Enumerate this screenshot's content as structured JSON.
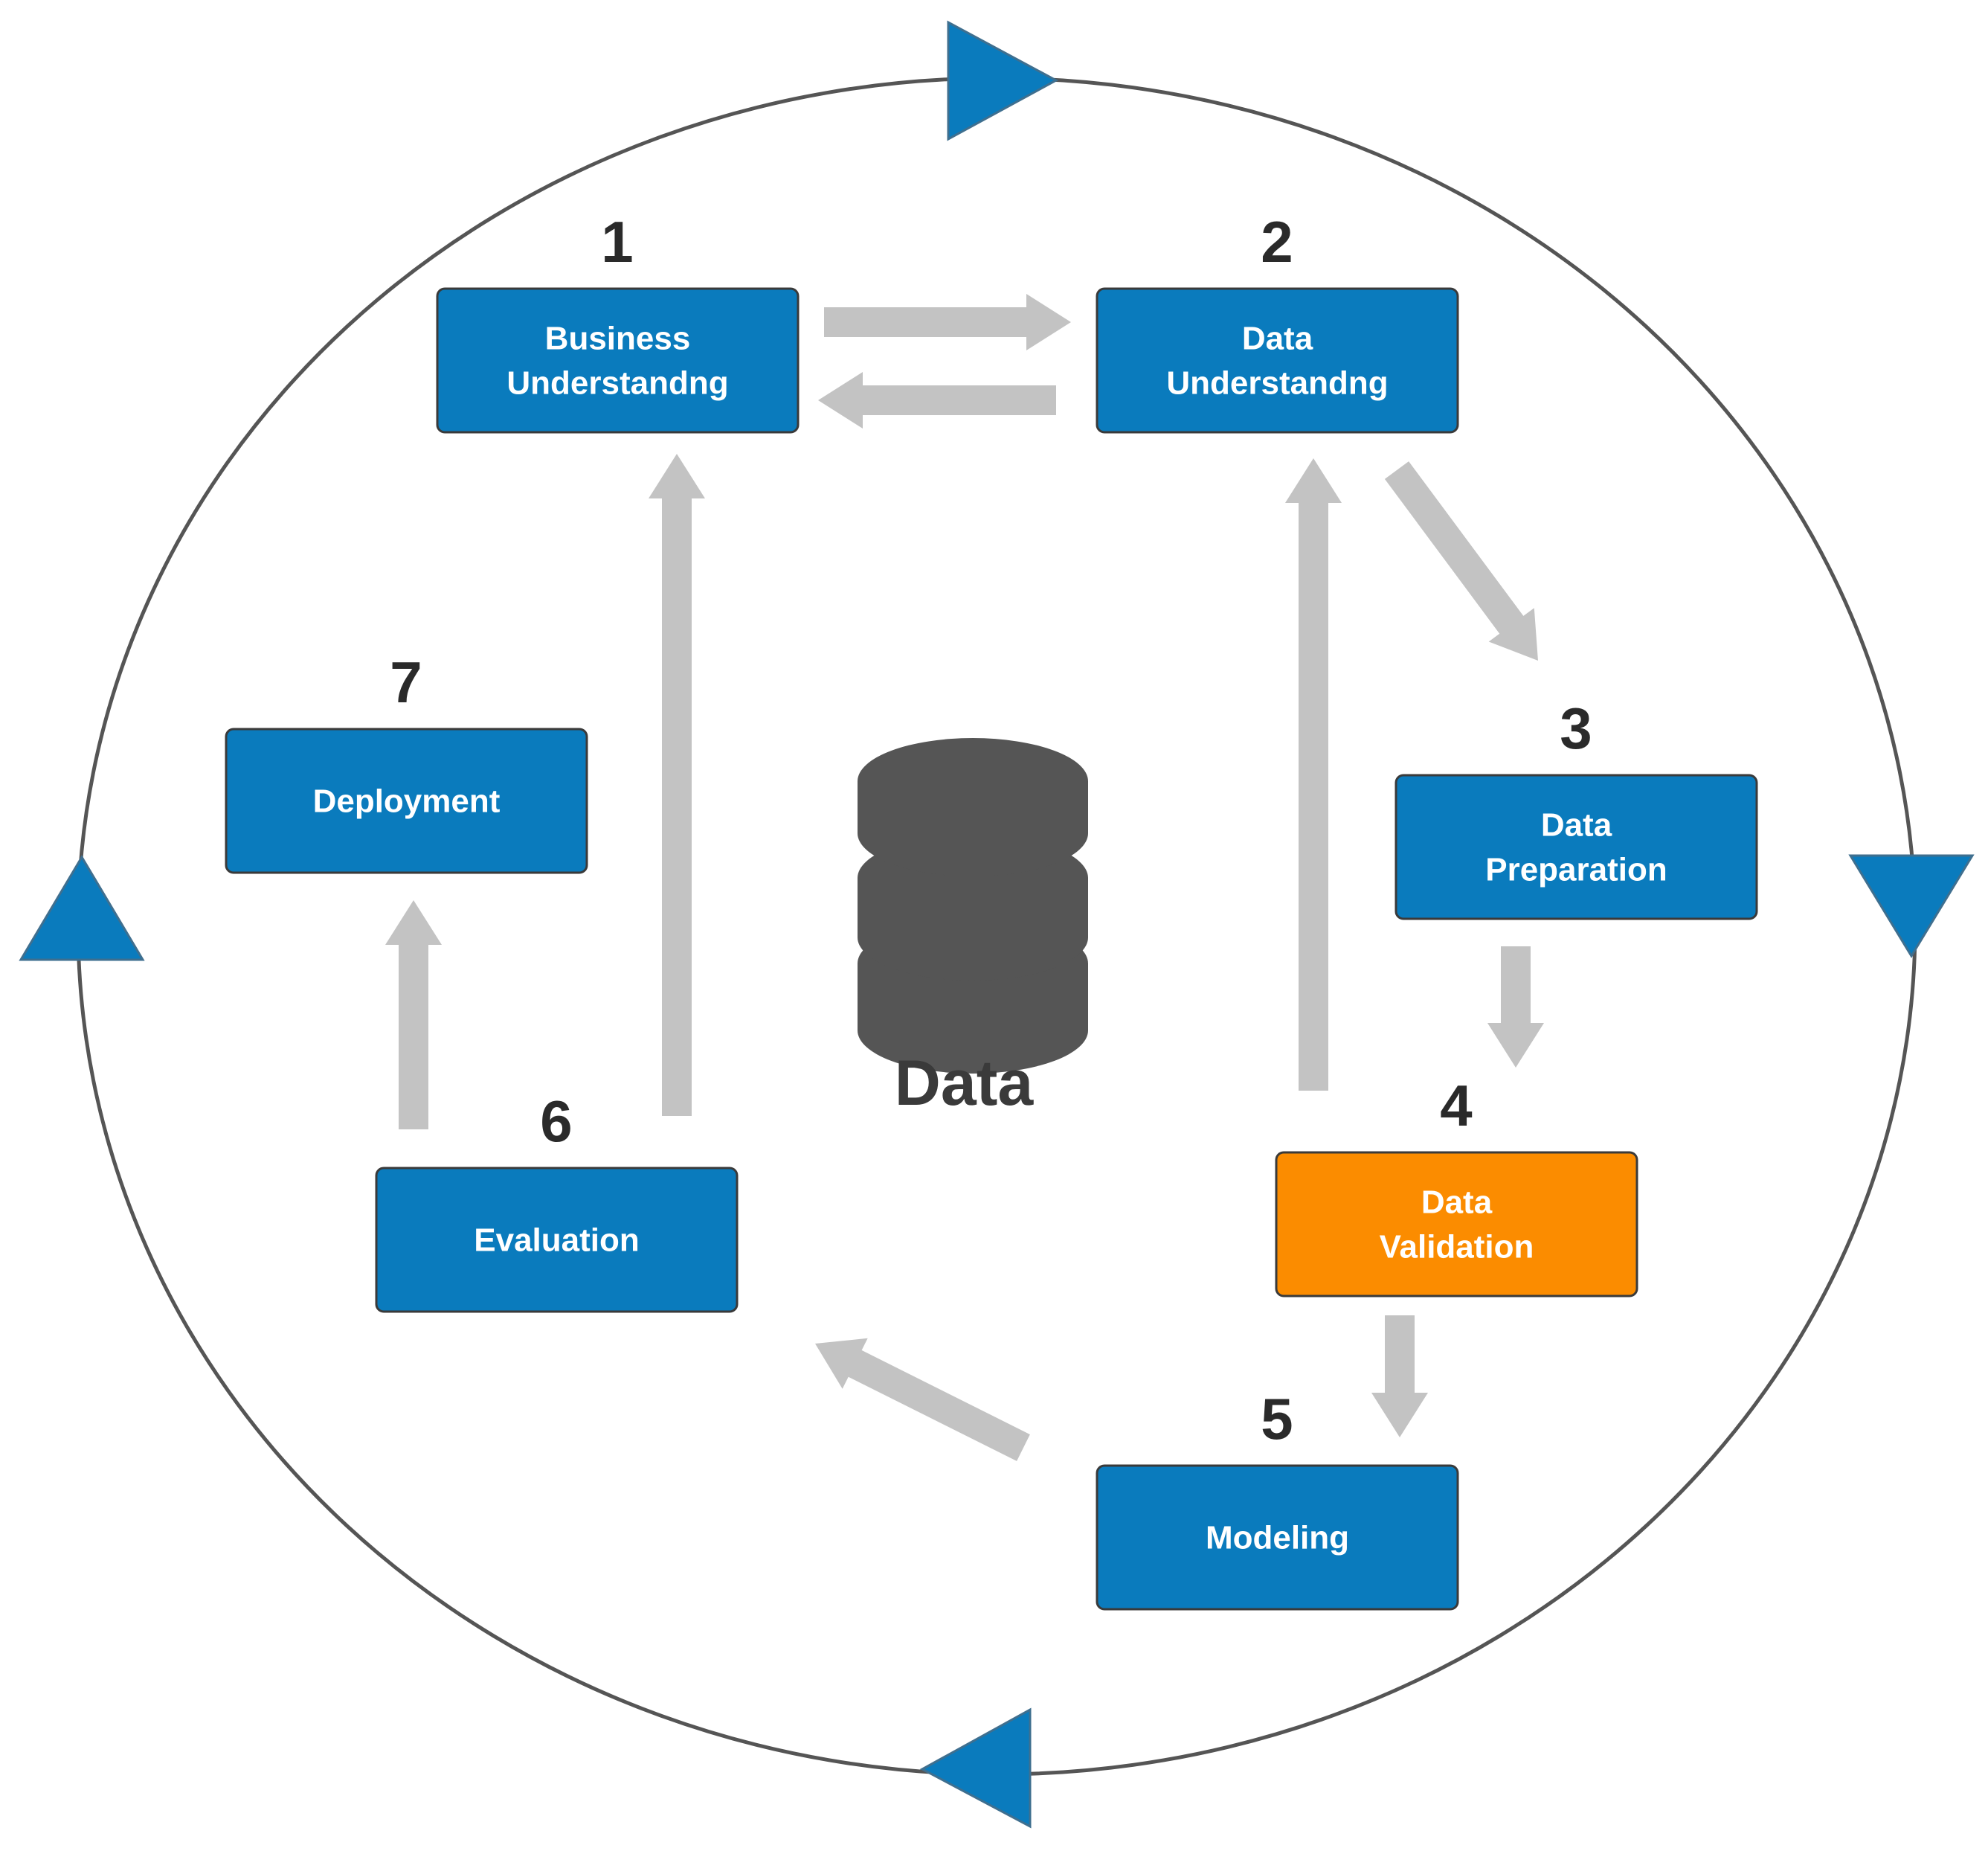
{
  "colors": {
    "box_blue": "#0a7bbd",
    "box_highlight": "#fb8c00",
    "arrow_gray": "#c3c3c3",
    "cycle_triangle": "#0a7bbd",
    "database_icon": "#555555"
  },
  "center": {
    "label": "Data",
    "icon": "database-icon"
  },
  "steps": [
    {
      "number": "1",
      "label_lines": [
        "Business",
        "Understandng"
      ]
    },
    {
      "number": "2",
      "label_lines": [
        "Data",
        "Understandng"
      ]
    },
    {
      "number": "3",
      "label_lines": [
        "Data",
        "Preparation"
      ]
    },
    {
      "number": "4",
      "label_lines": [
        "Data",
        "Validation"
      ],
      "highlighted": true
    },
    {
      "number": "5",
      "label_lines": [
        "Modeling"
      ]
    },
    {
      "number": "6",
      "label_lines": [
        "Evaluation"
      ]
    },
    {
      "number": "7",
      "label_lines": [
        "Deployment"
      ]
    }
  ],
  "flows": [
    {
      "from": "1",
      "to": "2"
    },
    {
      "from": "2",
      "to": "1"
    },
    {
      "from": "2",
      "to": "3"
    },
    {
      "from": "3",
      "to": "4"
    },
    {
      "from": "4",
      "to": "2"
    },
    {
      "from": "4",
      "to": "5"
    },
    {
      "from": "5",
      "to": "6"
    },
    {
      "from": "6",
      "to": "1"
    },
    {
      "from": "6",
      "to": "7"
    }
  ],
  "cycle": {
    "direction": "clockwise"
  }
}
